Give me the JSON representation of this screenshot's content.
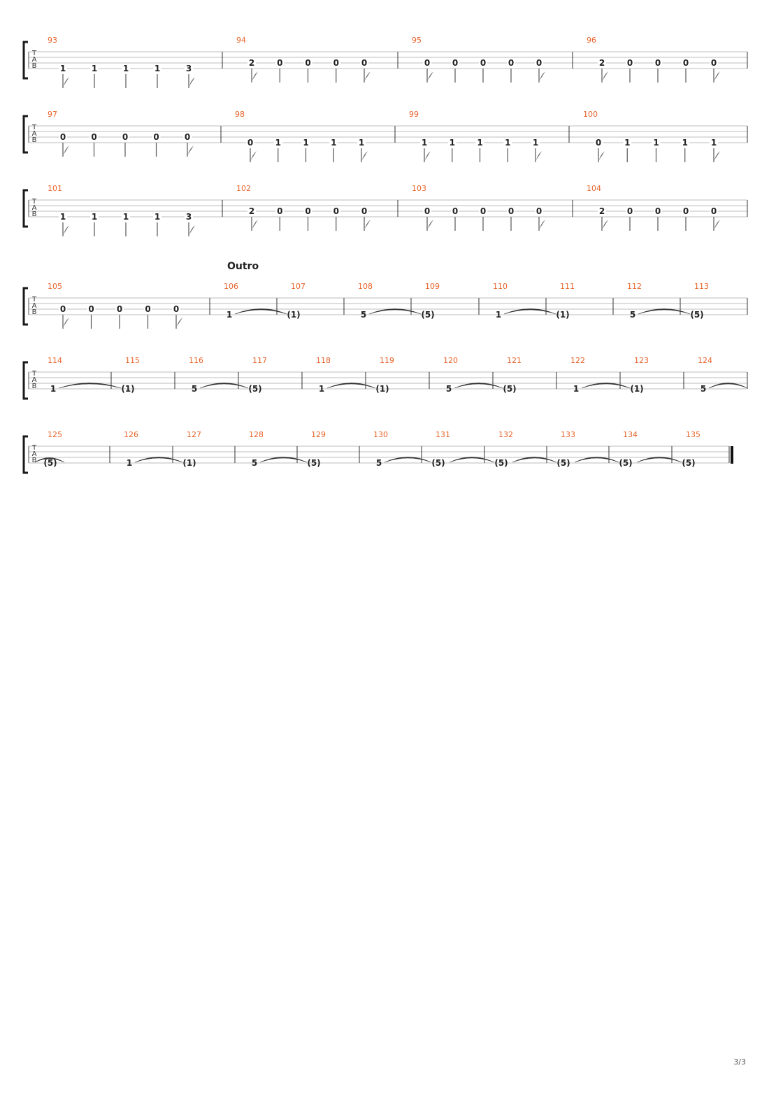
{
  "page_number": "3/3",
  "tab_clef": [
    "T",
    "A",
    "B"
  ],
  "systems": [
    {
      "measures": [
        {
          "number": "93",
          "notes": [
            {
              "fret": "1",
              "stem": "tail"
            },
            {
              "fret": "1",
              "stem": "plain"
            },
            {
              "fret": "1",
              "stem": "plain"
            },
            {
              "fret": "1",
              "stem": "plain"
            },
            {
              "fret": "3",
              "stem": "tail"
            }
          ]
        },
        {
          "number": "94",
          "notes": [
            {
              "fret": "2",
              "stem": "tail"
            },
            {
              "fret": "0",
              "stem": "plain"
            },
            {
              "fret": "0",
              "stem": "plain"
            },
            {
              "fret": "0",
              "stem": "plain"
            },
            {
              "fret": "0",
              "stem": "tail"
            }
          ]
        },
        {
          "number": "95",
          "notes": [
            {
              "fret": "0",
              "stem": "tail"
            },
            {
              "fret": "0",
              "stem": "plain"
            },
            {
              "fret": "0",
              "stem": "plain"
            },
            {
              "fret": "0",
              "stem": "plain"
            },
            {
              "fret": "0",
              "stem": "tail"
            }
          ]
        },
        {
          "number": "96",
          "notes": [
            {
              "fret": "2",
              "stem": "tail"
            },
            {
              "fret": "0",
              "stem": "plain"
            },
            {
              "fret": "0",
              "stem": "plain"
            },
            {
              "fret": "0",
              "stem": "plain"
            },
            {
              "fret": "0",
              "stem": "tail"
            }
          ]
        }
      ]
    },
    {
      "measures": [
        {
          "number": "97",
          "notes": [
            {
              "fret": "0",
              "stem": "tail"
            },
            {
              "fret": "0",
              "stem": "plain"
            },
            {
              "fret": "0",
              "stem": "plain"
            },
            {
              "fret": "0",
              "stem": "plain"
            },
            {
              "fret": "0",
              "stem": "tail"
            }
          ]
        },
        {
          "number": "98",
          "notes": [
            {
              "fret": "0",
              "stem": "tail"
            },
            {
              "fret": "1",
              "stem": "plain"
            },
            {
              "fret": "1",
              "stem": "plain"
            },
            {
              "fret": "1",
              "stem": "plain"
            },
            {
              "fret": "1",
              "stem": "tail"
            }
          ]
        },
        {
          "number": "99",
          "notes": [
            {
              "fret": "1",
              "stem": "tail"
            },
            {
              "fret": "1",
              "stem": "plain"
            },
            {
              "fret": "1",
              "stem": "plain"
            },
            {
              "fret": "1",
              "stem": "plain"
            },
            {
              "fret": "1",
              "stem": "tail"
            }
          ]
        },
        {
          "number": "100",
          "notes": [
            {
              "fret": "0",
              "stem": "tail"
            },
            {
              "fret": "1",
              "stem": "plain"
            },
            {
              "fret": "1",
              "stem": "plain"
            },
            {
              "fret": "1",
              "stem": "plain"
            },
            {
              "fret": "1",
              "stem": "tail"
            }
          ]
        }
      ]
    },
    {
      "measures": [
        {
          "number": "101",
          "notes": [
            {
              "fret": "1",
              "stem": "tail"
            },
            {
              "fret": "1",
              "stem": "plain"
            },
            {
              "fret": "1",
              "stem": "plain"
            },
            {
              "fret": "1",
              "stem": "plain"
            },
            {
              "fret": "3",
              "stem": "tail"
            }
          ]
        },
        {
          "number": "102",
          "notes": [
            {
              "fret": "2",
              "stem": "tail"
            },
            {
              "fret": "0",
              "stem": "plain"
            },
            {
              "fret": "0",
              "stem": "plain"
            },
            {
              "fret": "0",
              "stem": "plain"
            },
            {
              "fret": "0",
              "stem": "tail"
            }
          ]
        },
        {
          "number": "103",
          "notes": [
            {
              "fret": "0",
              "stem": "tail"
            },
            {
              "fret": "0",
              "stem": "plain"
            },
            {
              "fret": "0",
              "stem": "plain"
            },
            {
              "fret": "0",
              "stem": "plain"
            },
            {
              "fret": "0",
              "stem": "tail"
            }
          ]
        },
        {
          "number": "104",
          "notes": [
            {
              "fret": "2",
              "stem": "tail"
            },
            {
              "fret": "0",
              "stem": "plain"
            },
            {
              "fret": "0",
              "stem": "plain"
            },
            {
              "fret": "0",
              "stem": "plain"
            },
            {
              "fret": "0",
              "stem": "tail"
            }
          ]
        }
      ]
    },
    {
      "section_label": "Outro",
      "measures": [
        {
          "number": "105",
          "notes": [
            {
              "fret": "0",
              "stem": "tail"
            },
            {
              "fret": "0",
              "stem": "plain"
            },
            {
              "fret": "0",
              "stem": "plain"
            },
            {
              "fret": "0",
              "stem": "plain"
            },
            {
              "fret": "0",
              "stem": "tail"
            }
          ]
        },
        {
          "number": "106",
          "tie_start": "1"
        },
        {
          "number": "107",
          "tie_end": "(1)"
        },
        {
          "number": "108",
          "tie_start": "5"
        },
        {
          "number": "109",
          "tie_end": "(5)"
        },
        {
          "number": "110",
          "tie_start": "1"
        },
        {
          "number": "111",
          "tie_end": "(1)"
        },
        {
          "number": "112",
          "tie_start": "5"
        },
        {
          "number": "113",
          "tie_end": "(5)"
        }
      ]
    },
    {
      "measures": [
        {
          "number": "114",
          "tie_start": "1"
        },
        {
          "number": "115",
          "tie_end": "(1)"
        },
        {
          "number": "116",
          "tie_start": "5"
        },
        {
          "number": "117",
          "tie_end": "(5)"
        },
        {
          "number": "118",
          "tie_start": "1"
        },
        {
          "number": "119",
          "tie_end": "(1)"
        },
        {
          "number": "120",
          "tie_start": "5"
        },
        {
          "number": "121",
          "tie_end": "(5)"
        },
        {
          "number": "122",
          "tie_start": "1"
        },
        {
          "number": "123",
          "tie_end": "(1)"
        },
        {
          "number": "124",
          "tie_start": "5"
        }
      ]
    },
    {
      "final_barline": true,
      "measures": [
        {
          "number": "125",
          "tie_end": "(5)"
        },
        {
          "number": "126",
          "tie_start": "1"
        },
        {
          "number": "127",
          "tie_end": "(1)"
        },
        {
          "number": "128",
          "tie_start": "5"
        },
        {
          "number": "129",
          "tie_end": "(5)"
        },
        {
          "number": "130",
          "tie_start": "5"
        },
        {
          "number": "131",
          "tie_end": "(5)",
          "tie_start": ""
        },
        {
          "number": "132",
          "tie_end": "(5)",
          "tie_start": ""
        },
        {
          "number": "133",
          "tie_end": "(5)",
          "tie_start": ""
        },
        {
          "number": "134",
          "tie_end": "(5)",
          "tie_start": ""
        },
        {
          "number": "135",
          "tie_end": "(5)"
        }
      ]
    }
  ]
}
